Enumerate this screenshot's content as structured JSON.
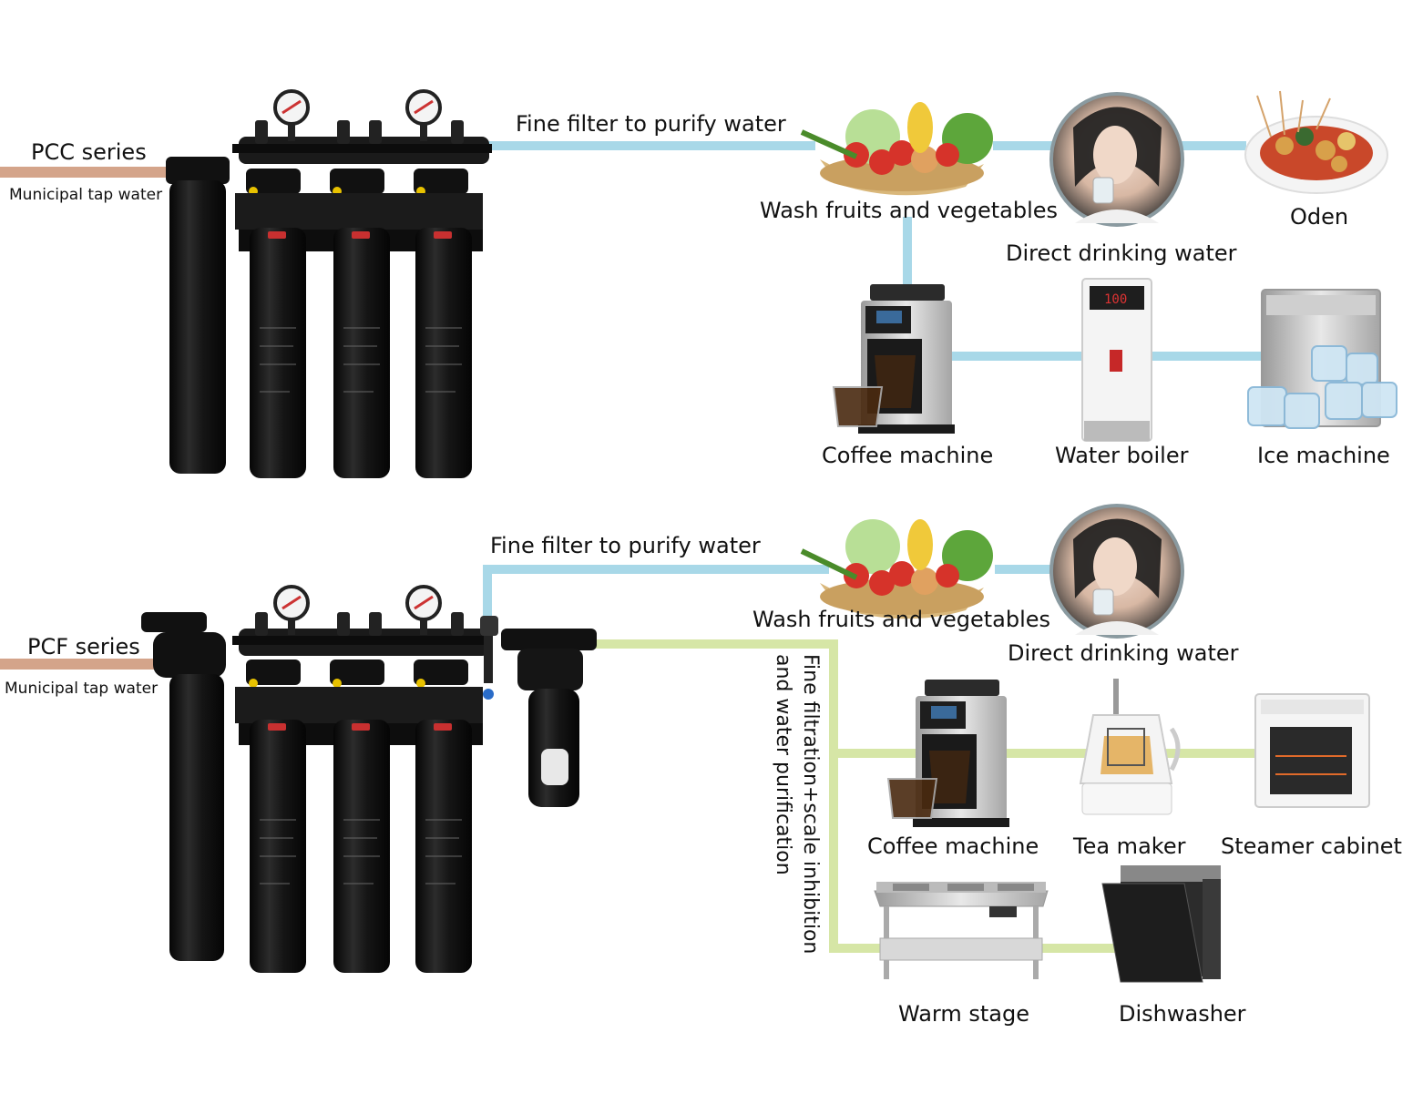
{
  "colors": {
    "purified_pipe": "#a8d8e8",
    "scale_pipe": "#d6e6a6",
    "tap_pipe": "#d4a48a",
    "filter_body": "#161616",
    "gauge_needle": "#cc3333",
    "cap_yellow": "#e8c200"
  },
  "pcc": {
    "series_label": "PCC series",
    "source_label": "Municipal tap water",
    "pipe_label": "Fine filter to purify water",
    "destinations": {
      "wash": "Wash fruits and vegetables",
      "drink": "Direct drinking water",
      "oden": "Oden",
      "coffee": "Coffee machine",
      "boiler": "Water boiler",
      "ice": "Ice machine"
    }
  },
  "pcf": {
    "series_label": "PCF series",
    "source_label": "Municipal tap water",
    "pipe_label": "Fine filter to purify water",
    "scale_label": "Fine filtration+scale inhibition and water purification",
    "destinations": {
      "wash": "Wash fruits and vegetables",
      "drink": "Direct drinking water",
      "coffee": "Coffee machine",
      "tea": "Tea maker",
      "steamer": "Steamer cabinet",
      "warm": "Warm stage",
      "dishwasher": "Dishwasher"
    }
  },
  "icons": [
    "filter-system",
    "pressure-gauge",
    "vegetable-basket",
    "drinking-woman",
    "oden-dish",
    "coffee-machine",
    "water-boiler",
    "ice-machine",
    "tea-maker",
    "steamer-cabinet",
    "warm-stage",
    "dishwasher",
    "scale-inhibitor"
  ]
}
